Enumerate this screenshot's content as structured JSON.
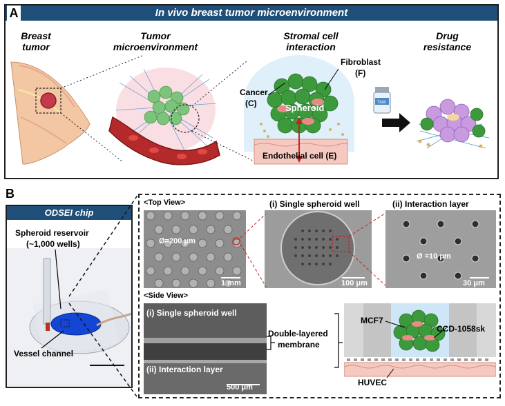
{
  "panel_a": {
    "letter": "A",
    "banner": "In vivo breast tumor microenvironment",
    "breast_tumor_label": "Breast tumor",
    "microenvironment_label": "Tumor microenvironment",
    "stromal_label": "Stromal cell interaction",
    "drug_resistance_label": "Drug resistance",
    "fibroblast_label": "Fibroblast",
    "fibroblast_abbr": "(F)",
    "cancer_label": "Cancer",
    "cancer_abbr": "(C)",
    "spheroid_label": "Spheroid",
    "endothelial_label": "Endothelial cell (E)",
    "drug_vial_label": "TAM"
  },
  "panel_b": {
    "letter": "B",
    "chip_banner": "ODSEI chip",
    "reservoir_label": "Spheroid reservoir",
    "reservoir_count": "(~1,000 wells)",
    "vessel_label": "Vessel channel",
    "top_view_label": "<Top View>",
    "single_well_label": "(i) Single spheroid well",
    "interaction_layer_label": "(ii) Interaction layer",
    "diam_200": "Ø=200 μm",
    "scale_1mm": "1 mm",
    "scale_100um": "100 μm",
    "diam_10": "Ø =10 μm",
    "scale_30um": "30 μm",
    "side_view_label": "<Side View>",
    "side_single_well": "(i) Single spheroid well",
    "side_interaction": "(ii) Interaction layer",
    "scale_500um": "500 μm",
    "double_layer_label_1": "Double-layered",
    "double_layer_label_2": "membrane",
    "mcf7_label": "MCF7",
    "ccd_label": "CCD-1058sk",
    "huvec_label": "HUVEC"
  },
  "colors": {
    "banner": "#1f4e79",
    "cancer_cell": "#3c9a3c",
    "fibroblast": "#e88a86",
    "vessel": "#b42a2a",
    "endothelium": "#f6c9c0",
    "chip_blue": "#1446d6"
  }
}
